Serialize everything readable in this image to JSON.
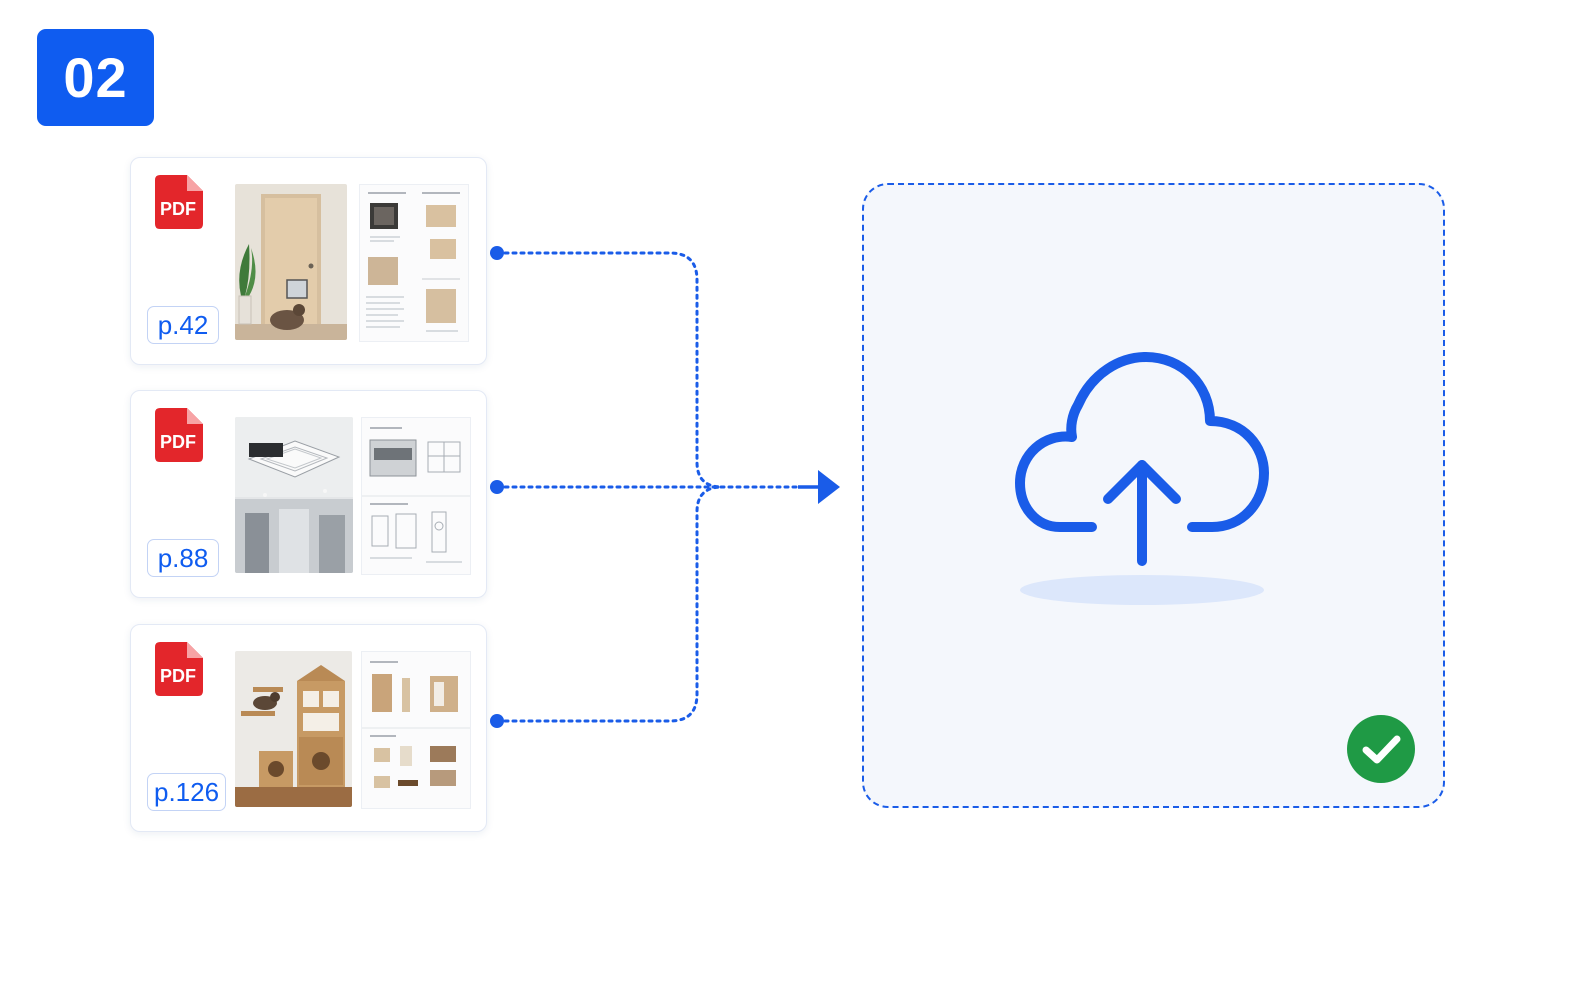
{
  "step": {
    "number": "02"
  },
  "documents": [
    {
      "icon": "pdf-icon",
      "icon_label": "PDF",
      "page": "p.42",
      "photo": "door-with-cat-flap"
    },
    {
      "icon": "pdf-icon",
      "icon_label": "PDF",
      "page": "p.88",
      "photo": "ceiling-ventilation-fan"
    },
    {
      "icon": "pdf-icon",
      "icon_label": "PDF",
      "page": "p.126",
      "photo": "cat-tower-furniture"
    }
  ],
  "upload": {
    "icon": "cloud-upload-icon",
    "status_icon": "checkmark-circle-icon"
  },
  "colors": {
    "accent": "#0f5cf0",
    "pdf_red": "#e3262b",
    "success": "#1f9a45",
    "zone_bg": "#f4f7fc"
  }
}
